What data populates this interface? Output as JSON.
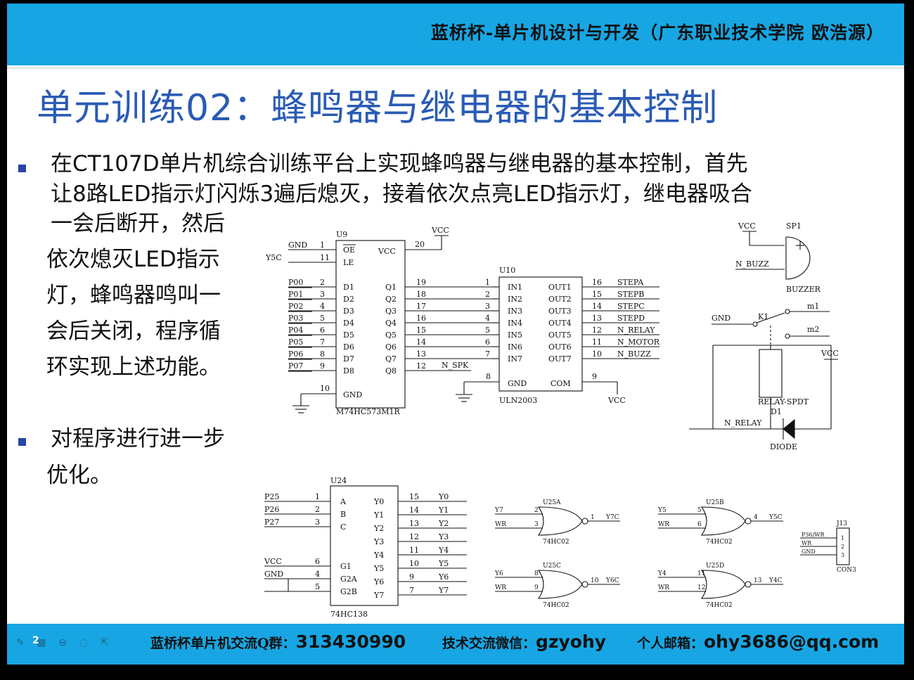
{
  "header": {
    "text": "蓝桥杯-单片机设计与开发（广东职业技术学院  欧浩源）"
  },
  "title": "单元训练02：蜂鸣器与继电器的基本控制",
  "bullet1": {
    "lines": [
      "在CT107D单片机综合训练平台上实现蜂鸣器与继电器的基本控制，首先",
      "让8路LED指示灯闪烁3遍后熄灭，接着依次点亮LED指示灯，继电器吸合",
      "一会后断开，然后",
      "依次熄灭LED指示",
      "灯，蜂鸣器鸣叫一",
      "会后关闭，程序循",
      "环实现上述功能。"
    ]
  },
  "bullet2": {
    "lines": [
      "对程序进行进一步",
      "优化。"
    ]
  },
  "schematic": {
    "u9": {
      "ref": "U9",
      "part": "M74HC573M1R",
      "vcc_net": "VCC",
      "gnd_net": "GND",
      "le_net": "Y5C",
      "left_pins": [
        {
          "num": "1",
          "name": "OE",
          "net": "GND"
        },
        {
          "num": "11",
          "name": "LE",
          "net": "Y5C"
        },
        {
          "num": "2",
          "name": "D1",
          "net": "P00"
        },
        {
          "num": "3",
          "name": "D2",
          "net": "P01"
        },
        {
          "num": "4",
          "name": "D3",
          "net": "P02"
        },
        {
          "num": "5",
          "name": "D4",
          "net": "P03"
        },
        {
          "num": "6",
          "name": "D5",
          "net": "P04"
        },
        {
          "num": "7",
          "name": "D6",
          "net": "P05"
        },
        {
          "num": "8",
          "name": "D7",
          "net": "P06"
        },
        {
          "num": "9",
          "name": "D8",
          "net": "P07"
        }
      ],
      "right_pins": [
        {
          "num": "19",
          "name": "Q1"
        },
        {
          "num": "18",
          "name": "Q2"
        },
        {
          "num": "17",
          "name": "Q3"
        },
        {
          "num": "16",
          "name": "Q4"
        },
        {
          "num": "15",
          "name": "Q5"
        },
        {
          "num": "14",
          "name": "Q6"
        },
        {
          "num": "13",
          "name": "Q7"
        },
        {
          "num": "12",
          "name": "Q8"
        }
      ],
      "vcc_pin": {
        "num": "20",
        "name": "VCC"
      },
      "gnd_pin": {
        "num": "10",
        "name": "GND"
      },
      "q8_net": "N_SPK"
    },
    "u10": {
      "ref": "U10",
      "part": "ULN2003",
      "in_pins": [
        {
          "num": "1",
          "name": "IN1"
        },
        {
          "num": "2",
          "name": "IN2"
        },
        {
          "num": "3",
          "name": "IN3"
        },
        {
          "num": "4",
          "name": "IN4"
        },
        {
          "num": "5",
          "name": "IN5"
        },
        {
          "num": "6",
          "name": "IN6"
        },
        {
          "num": "7",
          "name": "IN7"
        }
      ],
      "out_pins": [
        {
          "num": "16",
          "name": "OUT1",
          "net": "STEPA"
        },
        {
          "num": "15",
          "name": "OUT2",
          "net": "STEPB"
        },
        {
          "num": "14",
          "name": "OUT3",
          "net": "STEPC"
        },
        {
          "num": "13",
          "name": "OUT4",
          "net": "STEPD"
        },
        {
          "num": "12",
          "name": "OUT5",
          "net": "N_RELAY"
        },
        {
          "num": "11",
          "name": "OUT6",
          "net": "N_MOTOR"
        },
        {
          "num": "10",
          "name": "OUT7",
          "net": "N_BUZZ"
        }
      ],
      "gnd_pin": {
        "num": "8",
        "name": "GND"
      },
      "com_pin": {
        "num": "9",
        "name": "COM"
      },
      "com_net": "VCC"
    },
    "buzzer": {
      "vcc": "VCC",
      "ref": "SP1",
      "net": "N_BUZZ",
      "part": "BUZZER"
    },
    "relay": {
      "gnd": "GND",
      "ref": "K1",
      "m1": "m1",
      "m2": "m2",
      "vcc": "VCC",
      "part": "RELAY-SPDT",
      "diode_ref": "D1",
      "net": "N_RELAY",
      "diode_part": "DIODE"
    },
    "u24": {
      "ref": "U24",
      "part": "74HC138",
      "inputs": [
        {
          "net": "P25",
          "num": "1",
          "name": "A"
        },
        {
          "net": "P26",
          "num": "2",
          "name": "B"
        },
        {
          "net": "P27",
          "num": "3",
          "name": "C"
        }
      ],
      "enables": [
        {
          "net": "VCC",
          "num": "6",
          "name": "G1"
        },
        {
          "net": "GND",
          "num": "4",
          "name": "G2A"
        },
        {
          "num": "5",
          "name": "G2B"
        }
      ],
      "outputs": [
        {
          "num": "15",
          "name": "Y0",
          "net": "Y0"
        },
        {
          "num": "14",
          "name": "Y1",
          "net": "Y1"
        },
        {
          "num": "13",
          "name": "Y2",
          "net": "Y2"
        },
        {
          "num": "12",
          "name": "Y3",
          "net": "Y3"
        },
        {
          "num": "11",
          "name": "Y4",
          "net": "Y4"
        },
        {
          "num": "10",
          "name": "Y5",
          "net": "Y5"
        },
        {
          "num": "9",
          "name": "Y6",
          "net": "Y6"
        },
        {
          "num": "7",
          "name": "Y7",
          "net": "Y7"
        }
      ]
    },
    "gates": [
      {
        "ref": "U25A",
        "in1": "Y7",
        "in1_num": "2",
        "in2": "WR",
        "in2_num": "3",
        "out_num": "1",
        "out": "Y7C",
        "part": "74HC02"
      },
      {
        "ref": "U25B",
        "in1": "Y5",
        "in1_num": "5",
        "in2": "WR",
        "in2_num": "6",
        "out_num": "4",
        "out": "Y5C",
        "part": "74HC02"
      },
      {
        "ref": "U25C",
        "in1": "Y6",
        "in1_num": "8",
        "in2": "WR",
        "in2_num": "9",
        "out_num": "10",
        "out": "Y6C",
        "part": "74HC02"
      },
      {
        "ref": "U25D",
        "in1": "Y4",
        "in1_num": "11",
        "in2": "WR",
        "in2_num": "12",
        "out_num": "13",
        "out": "Y4C",
        "part": "74HC02"
      }
    ],
    "j13": {
      "ref": "J13",
      "part": "CON3",
      "pins": [
        {
          "num": "1",
          "net": "P36/WR"
        },
        {
          "num": "2",
          "net": "WR"
        },
        {
          "num": "3",
          "net": "GND"
        }
      ]
    }
  },
  "footer": {
    "qq_label": "蓝桥杯单片机交流Q群：",
    "qq_value": "313430990",
    "wx_label": "技术交流微信：",
    "wx_value": "gzyohy",
    "mail_label": "个人邮箱：",
    "mail_value": "ohy3686@qq.com",
    "page_number": "2"
  }
}
